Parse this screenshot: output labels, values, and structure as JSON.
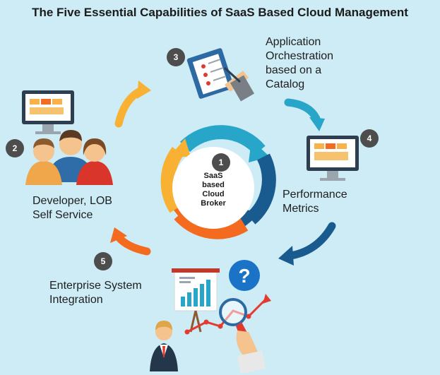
{
  "title": "The Five Essential Capabilities of SaaS Based Cloud Management",
  "center": {
    "number": "1",
    "text": "SaaS\nbased\nCloud\nBroker"
  },
  "steps": [
    {
      "number": "2",
      "label": "Developer, LOB\nSelf Service",
      "icon": "users-with-monitor-icon"
    },
    {
      "number": "3",
      "label": "Application\nOrchestration\nbased on a\nCatalog",
      "icon": "clipboard-checklist-icon"
    },
    {
      "number": "4",
      "label": "Performance\nMetrics",
      "icon": "monitor-dashboard-icon"
    },
    {
      "number": "5",
      "label": "Enterprise System\nIntegration",
      "icon": "analytics-magnifier-icon"
    }
  ],
  "colors": {
    "background": "#cdecf6",
    "badge": "#4d4d4d",
    "ring_blue": "#1a5b8f",
    "ring_teal": "#27a6c9",
    "ring_orange": "#f46a1f",
    "ring_yellow": "#f8b133"
  }
}
